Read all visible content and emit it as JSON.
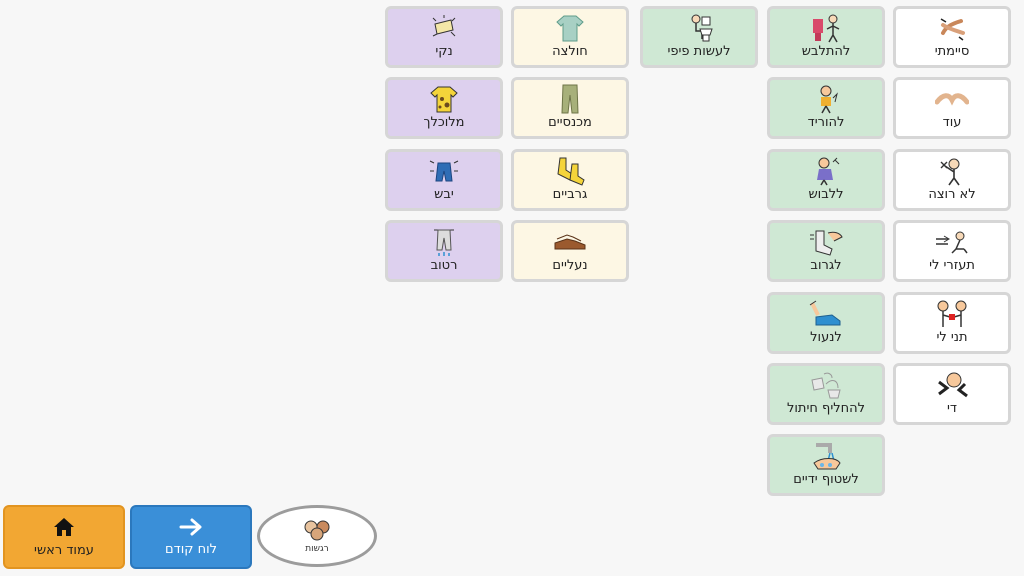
{
  "columns": {
    "col1": [
      {
        "label": "סיימתי",
        "icon": "finished-hands-icon"
      },
      {
        "label": "עוד",
        "icon": "more-hands-icon"
      },
      {
        "label": "לא רוצה",
        "icon": "dont-want-icon"
      },
      {
        "label": "תעזרי לי",
        "icon": "help-me-icon"
      },
      {
        "label": "תני לי",
        "icon": "give-me-icon"
      },
      {
        "label": "די",
        "icon": "enough-icon"
      }
    ],
    "col2": [
      {
        "label": "להתלבש",
        "icon": "get-dressed-icon"
      },
      {
        "label": "להוריד",
        "icon": "take-off-icon"
      },
      {
        "label": "ללבוש",
        "icon": "put-on-icon"
      },
      {
        "label": "לגרוב",
        "icon": "put-on-socks-icon"
      },
      {
        "label": "לנעול",
        "icon": "put-on-shoes-icon"
      },
      {
        "label": "להחליף חיתול",
        "icon": "change-diaper-icon"
      },
      {
        "label": "לשטוף ידיים",
        "icon": "wash-hands-icon"
      }
    ],
    "col3": [
      {
        "label": "לעשות פיפי",
        "icon": "toilet-icon"
      }
    ],
    "col4": [
      {
        "label": "חולצה",
        "icon": "shirt-icon"
      },
      {
        "label": "מכנסיים",
        "icon": "pants-icon"
      },
      {
        "label": "גרביים",
        "icon": "socks-icon"
      },
      {
        "label": "נעליים",
        "icon": "shoes-icon"
      }
    ],
    "col5": [
      {
        "label": "נקי",
        "icon": "clean-icon"
      },
      {
        "label": "מלוכלך",
        "icon": "dirty-shirt-icon"
      },
      {
        "label": "יבש",
        "icon": "dry-icon"
      },
      {
        "label": "רטוב",
        "icon": "wet-icon"
      }
    ]
  },
  "nav": {
    "home_label": "עמוד ראשי",
    "back_label": "לוח קודם",
    "feelings_label": "רגשות"
  }
}
